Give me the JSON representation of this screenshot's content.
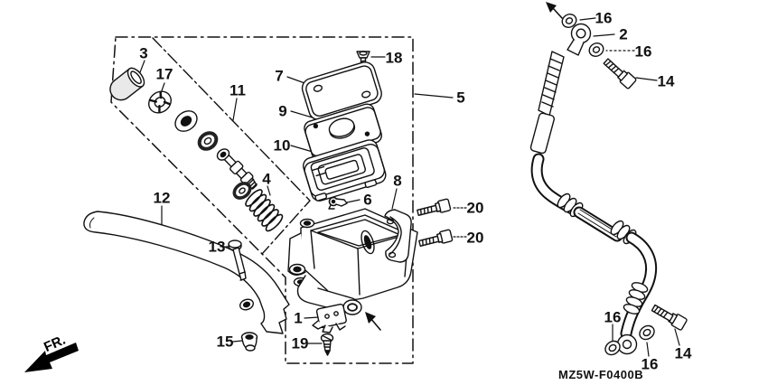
{
  "figure": {
    "code": "MZ5W-F0400B",
    "orientation_label": "FR.",
    "background_color": "#ffffff",
    "line_color": "#111111",
    "description": "Exploded parts diagram: front brake master cylinder with reservoir, lever and brake hose"
  },
  "callouts": [
    {
      "text": "3"
    },
    {
      "text": "17"
    },
    {
      "text": "11"
    },
    {
      "text": "7"
    },
    {
      "text": "9"
    },
    {
      "text": "10"
    },
    {
      "text": "18"
    },
    {
      "text": "5"
    },
    {
      "text": "4"
    },
    {
      "text": "6"
    },
    {
      "text": "8"
    },
    {
      "text": "20"
    },
    {
      "text": "20"
    },
    {
      "text": "12"
    },
    {
      "text": "13"
    },
    {
      "text": "15"
    },
    {
      "text": "1"
    },
    {
      "text": "19"
    },
    {
      "text": "16"
    },
    {
      "text": "2"
    },
    {
      "text": "16"
    },
    {
      "text": "14"
    },
    {
      "text": "16"
    },
    {
      "text": "16"
    },
    {
      "text": "14"
    }
  ]
}
